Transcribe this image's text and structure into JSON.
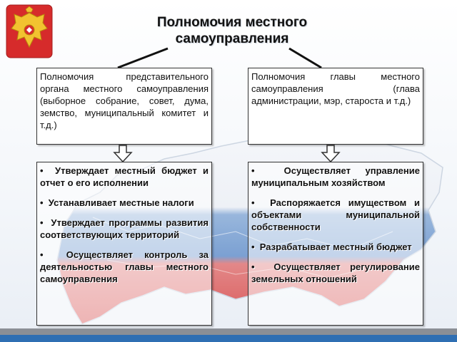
{
  "title": "Полномочия местного самоуправления",
  "colors": {
    "flag_white": "#ffffff",
    "flag_blue": "#2f6fb3",
    "flag_red": "#d83a3a",
    "stripe_blue": "#2f6fb3",
    "stripe_gray": "#8b8f96"
  },
  "emblem": {
    "icon": "russian-coat-of-arms-icon"
  },
  "representative_body": {
    "heading": "Полномочия представительного органа местного самоуправления (выборное собрание, совет, дума, земство, муниципальный комитет и т.д.)",
    "powers": [
      "Утверждает местный бюджет и отчет о его исполнении",
      "Устанавливает местные налоги",
      "Утверждает программы развития соответствующих территорий",
      "Осуществляет контроль за деятельностью главы местного самоуправления"
    ]
  },
  "head": {
    "heading": "Полномочия главы местного самоуправления (глава администрации, мэр, староста и т.д.)",
    "powers": [
      "Осуществляет управление муниципальным хозяйством",
      "Распоряжается имуществом и объектами муниципальной собственности",
      "Разрабатывает местный бюджет",
      "Осуществляет регулирование земельных отношений"
    ]
  },
  "bullet": "•"
}
